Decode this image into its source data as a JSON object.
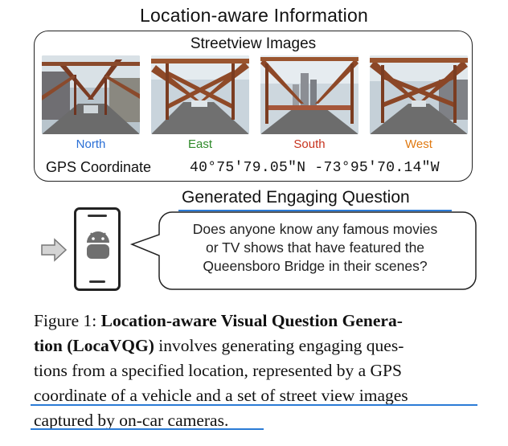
{
  "title": "Location-aware Information",
  "streetview": {
    "label": "Streetview Images",
    "directions": [
      {
        "name": "North",
        "color": "#2a6fd6"
      },
      {
        "name": "East",
        "color": "#2f8a2a"
      },
      {
        "name": "South",
        "color": "#c7331e"
      },
      {
        "name": "West",
        "color": "#e07a12"
      }
    ]
  },
  "gps": {
    "label": "GPS Coordinate",
    "value": "40°75'79.05\"N -73°95'70.14\"W"
  },
  "question": {
    "heading": "Generated Engaging Question",
    "lines": [
      "Does anyone know any famous movies",
      "or TV shows that have featured the",
      "Queensboro Bridge in their scenes?"
    ]
  },
  "caption": {
    "prefix": "Figure 1: ",
    "bold1": "Location-aware Visual Question Genera-",
    "bold2": "tion (LocaVQG)",
    "line2_rest": " involves generating engaging ques-",
    "line3": "tions from a specified location, represented by a GPS",
    "line4": "coordinate of a vehicle and a set of street view images",
    "line5": "captured by on-car cameras."
  },
  "icons": [
    "arrow-right-icon",
    "phone-icon",
    "android-icon"
  ],
  "accent_color": "#2b7bd6"
}
